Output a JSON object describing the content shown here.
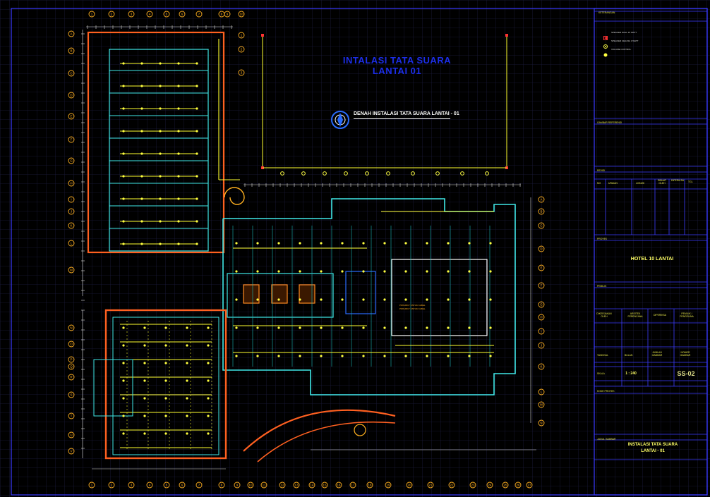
{
  "drawing": {
    "title_line1": "INTALASI TATA SUARA",
    "title_line2": "LANTAI 01",
    "plan_label": "DENAH INSTALASI TATA SUARA LANTAI - 01",
    "note_line1": "PIPA Ø3/4\" UNTUK KABEL",
    "note_line2": "PIPA Ø3/4\" UNTUK KABEL"
  },
  "title_block": {
    "keterangan_header": "KETERANGAN",
    "legend": [
      {
        "label": "SPEAKER WALL 15 WATT",
        "symbol": "speaker-wall-icon",
        "color": "#ff3030"
      },
      {
        "label": "SPEAKER CEILING 3 WATT",
        "symbol": "speaker-ceiling-icon",
        "color": "#ffff40"
      },
      {
        "label": "VOLUME CONTROL",
        "symbol": "volume-control-icon",
        "color": "#ffff40"
      }
    ],
    "referensi_header": "GAMBAR REFERENSI",
    "revisi_header": "REVISI",
    "revisi_columns": [
      "NO",
      "URAIAN",
      "LOKASI",
      "DIBUAT OLEH",
      "DIPERIKSA",
      "TGL"
    ],
    "proyek_header": "PROYEK",
    "proyek_name": "HOTEL 10 LANTAI",
    "pemilik_header": "PEMILIK",
    "sign_columns": [
      "DIKERJAKAN OLEH",
      "ARSITEK PERENCANA",
      "DIPERIKSA",
      "PEMILIK / PENGGUNA"
    ],
    "tanggal_label": "TANGGAL",
    "tanggal_value": "BULAN",
    "jumlah_label": "JUMLAH GAMBAR",
    "nomor_label": "NOMOR GAMBAR",
    "skala_label": "SKALA",
    "skala_value": "1 : 240",
    "nomor_value": "SS-02",
    "kode_label": "KODE PROYEK",
    "judul_header": "JUDUL GAMBAR",
    "judul_line1": "INSTALASI TATA SUARA",
    "judul_line2": "LANTAI - 01"
  },
  "grid": {
    "top": [
      "1",
      "2",
      "3",
      "4",
      "5",
      "6",
      "7",
      "8",
      "9",
      "10",
      "11",
      "12"
    ],
    "left": [
      "A",
      "B",
      "C",
      "D",
      "E",
      "F",
      "G",
      "H",
      "I",
      "J",
      "K",
      "L",
      "M",
      "N",
      "O",
      "P",
      "Q",
      "R",
      "S",
      "T",
      "U",
      "V"
    ],
    "bottom": [
      "1",
      "2",
      "3",
      "4",
      "5",
      "6",
      "7",
      "8",
      "9",
      "10",
      "11",
      "12",
      "13",
      "14",
      "15",
      "16",
      "17",
      "18",
      "19",
      "20",
      "21",
      "22",
      "23",
      "24",
      "25",
      "26",
      "27"
    ]
  },
  "colors": {
    "background": "#000000",
    "grid": "#1a1a3a",
    "frame": "#3c3cff",
    "wall": "#40e8e8",
    "cable": "#ffff30",
    "outer_wall": "#ff6020",
    "speaker": "#ffff40",
    "title": "#1c2ee8",
    "dim": "#dcdcdc"
  }
}
